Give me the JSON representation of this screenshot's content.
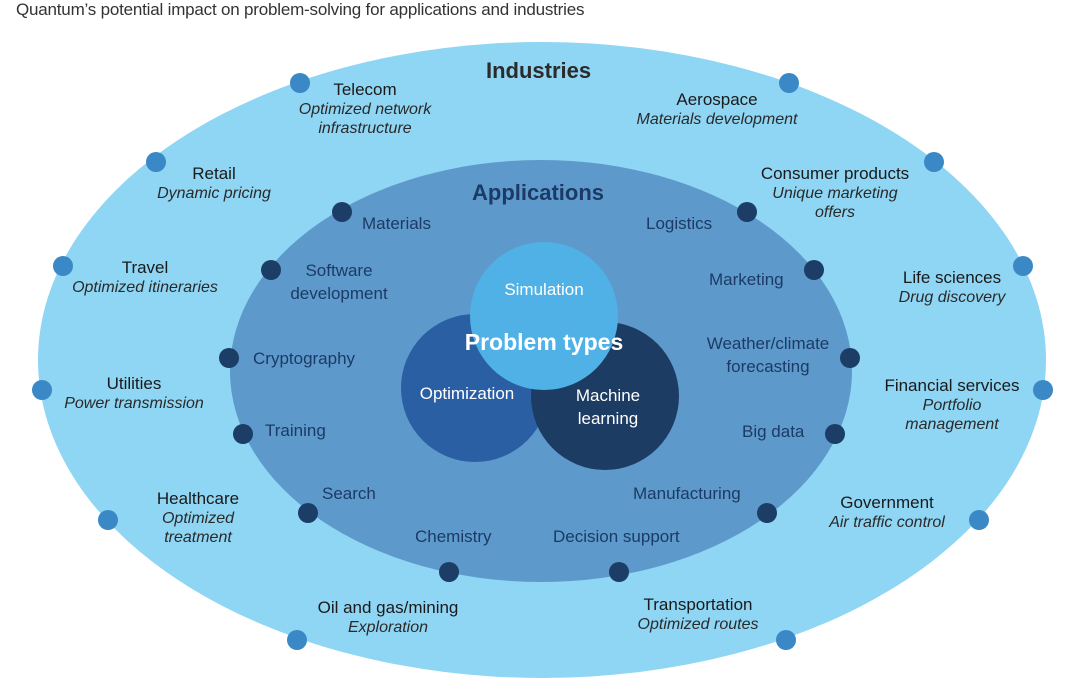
{
  "title": "Quantum’s potential impact on problem-solving for applications and industries",
  "colors": {
    "outer_ellipse": "#8fd5f4",
    "inner_ellipse": "#5d9acb",
    "industry_dot": "#3a88c6",
    "application_dot": "#1c3d66",
    "simulation": "#4fb1e6",
    "optimization": "#2b5fa3",
    "machine_learning": "#1d3c63",
    "application_text": "#1c3a66"
  },
  "industries": {
    "heading": "Industries",
    "items": [
      {
        "name": "Telecom",
        "desc": "Optimized network infrastructure",
        "desc_lines": [
          "Optimized network",
          "infrastructure"
        ]
      },
      {
        "name": "Aerospace",
        "desc": "Materials development",
        "desc_lines": [
          "Materials development"
        ]
      },
      {
        "name": "Retail",
        "desc": "Dynamic pricing",
        "desc_lines": [
          "Dynamic pricing"
        ]
      },
      {
        "name": "Consumer products",
        "desc": "Unique marketing offers",
        "desc_lines": [
          "Unique marketing",
          "offers"
        ]
      },
      {
        "name": "Travel",
        "desc": "Optimized itineraries",
        "desc_lines": [
          "Optimized itineraries"
        ]
      },
      {
        "name": "Life sciences",
        "desc": "Drug discovery",
        "desc_lines": [
          "Drug discovery"
        ]
      },
      {
        "name": "Utilities",
        "desc": "Power transmission",
        "desc_lines": [
          "Power transmission"
        ]
      },
      {
        "name": "Financial services",
        "desc": "Portfolio management",
        "desc_lines": [
          "Portfolio",
          "management"
        ]
      },
      {
        "name": "Healthcare",
        "desc": "Optimized treatment",
        "desc_lines": [
          "Optimized",
          "treatment"
        ]
      },
      {
        "name": "Government",
        "desc": "Air traffic control",
        "desc_lines": [
          "Air traffic control"
        ]
      },
      {
        "name": "Oil and gas/mining",
        "desc": "Exploration",
        "desc_lines": [
          "Exploration"
        ]
      },
      {
        "name": "Transportation",
        "desc": "Optimized routes",
        "desc_lines": [
          "Optimized routes"
        ]
      }
    ]
  },
  "applications": {
    "heading": "Applications",
    "items": [
      {
        "label_lines": [
          "Materials"
        ]
      },
      {
        "label_lines": [
          "Logistics"
        ]
      },
      {
        "label_lines": [
          "Software",
          "development"
        ]
      },
      {
        "label_lines": [
          "Marketing"
        ]
      },
      {
        "label_lines": [
          "Cryptography"
        ]
      },
      {
        "label_lines": [
          "Weather/climate",
          "forecasting"
        ]
      },
      {
        "label_lines": [
          "Training"
        ]
      },
      {
        "label_lines": [
          "Big data"
        ]
      },
      {
        "label_lines": [
          "Search"
        ]
      },
      {
        "label_lines": [
          "Manufacturing"
        ]
      },
      {
        "label_lines": [
          "Chemistry"
        ]
      },
      {
        "label_lines": [
          "Decision support"
        ]
      }
    ]
  },
  "problem_types": {
    "heading": "Problem types",
    "items": [
      {
        "label_lines": [
          "Simulation"
        ]
      },
      {
        "label_lines": [
          "Optimization"
        ]
      },
      {
        "label_lines": [
          "Machine",
          "learning"
        ]
      }
    ]
  }
}
